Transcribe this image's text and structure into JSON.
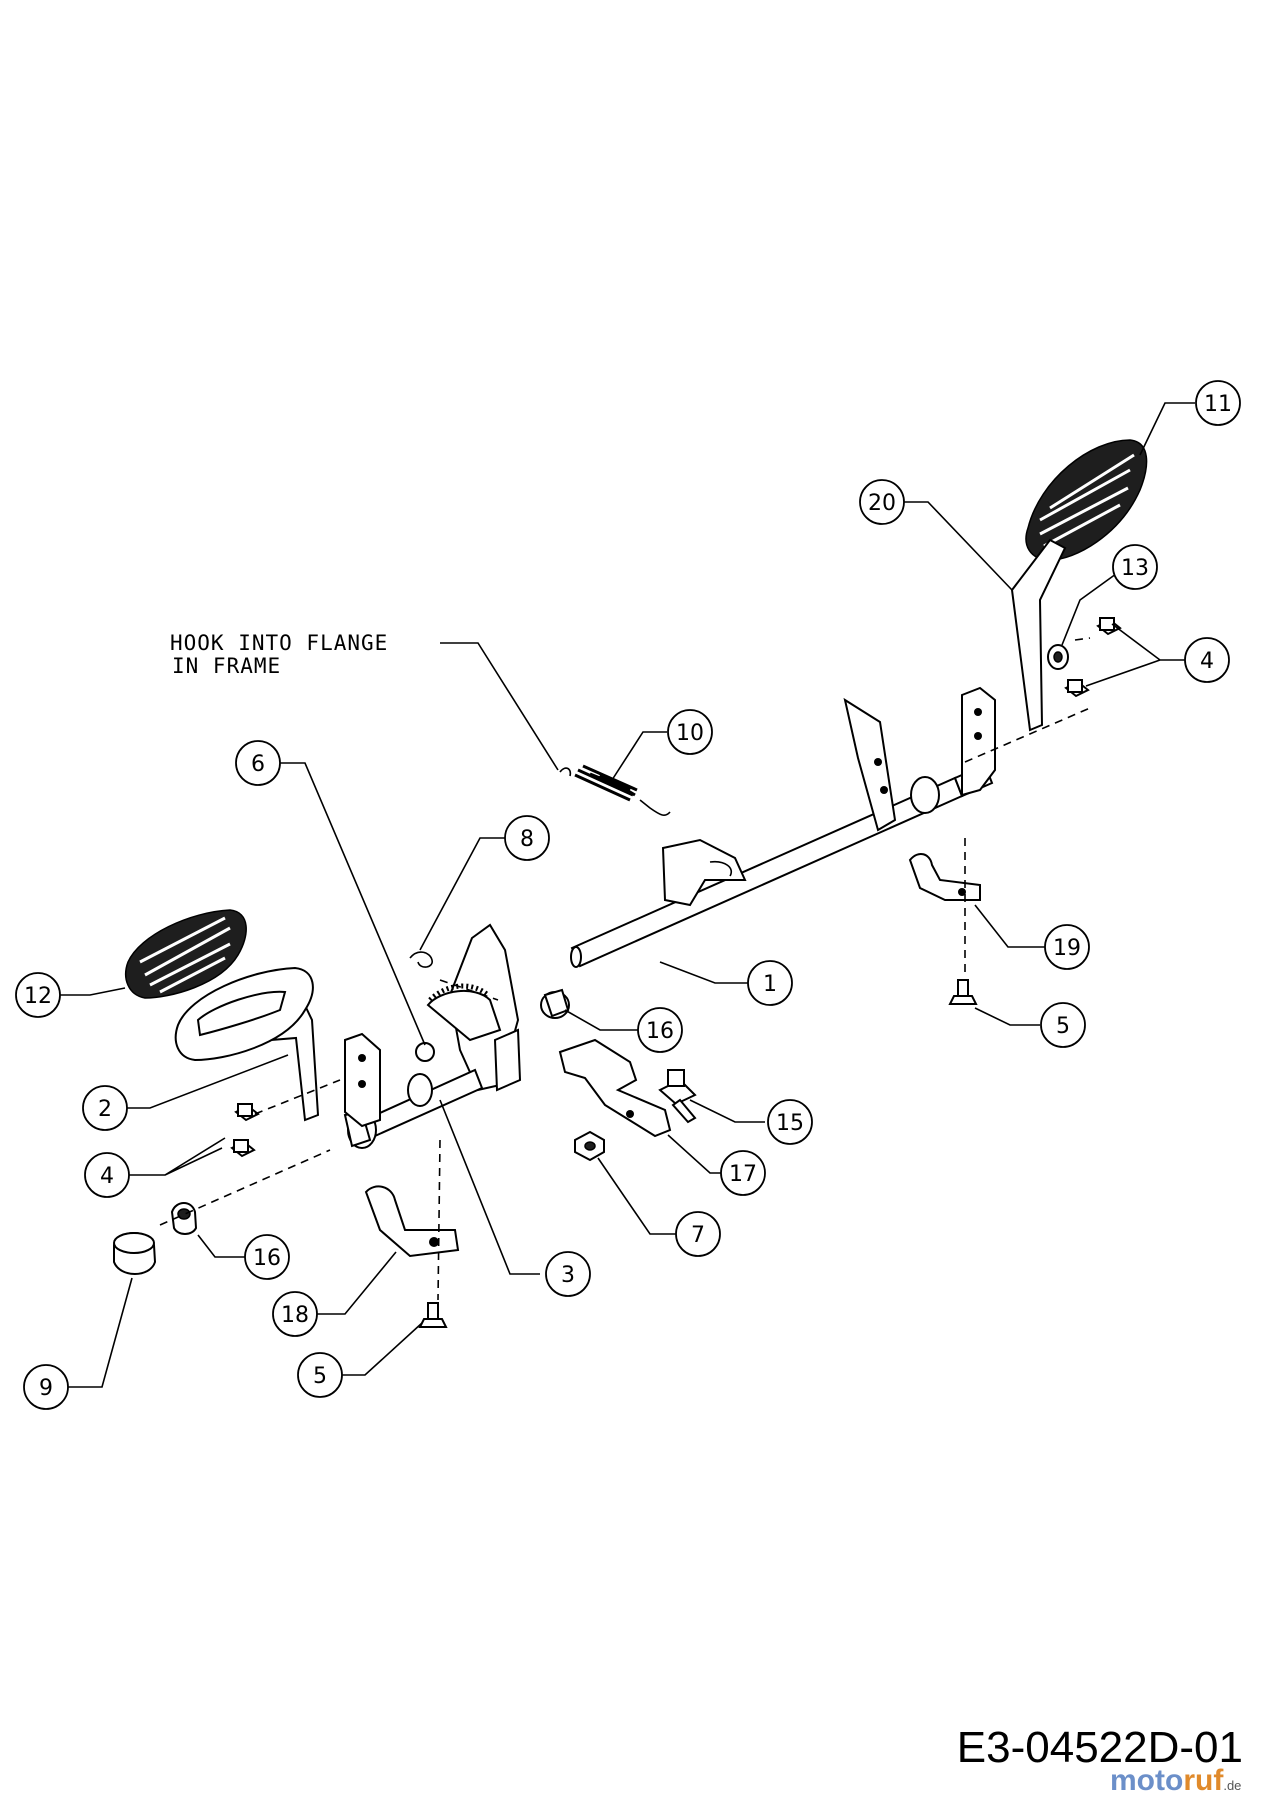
{
  "diagram": {
    "note_line1": "HOOK INTO FLANGE",
    "note_line2": "IN FRAME",
    "drawing_code": "E3-04522D-01",
    "brand": {
      "main": "motoruf",
      "tld": ".de",
      "color_moto": "#6b8fc9",
      "color_ruf": "#e08a2b"
    },
    "callouts": [
      {
        "id": "11",
        "label": "11"
      },
      {
        "id": "20",
        "label": "20"
      },
      {
        "id": "13",
        "label": "13"
      },
      {
        "id": "4a",
        "label": "4"
      },
      {
        "id": "10",
        "label": "10"
      },
      {
        "id": "6",
        "label": "6"
      },
      {
        "id": "8",
        "label": "8"
      },
      {
        "id": "19",
        "label": "19"
      },
      {
        "id": "1",
        "label": "1"
      },
      {
        "id": "12",
        "label": "12"
      },
      {
        "id": "16a",
        "label": "16"
      },
      {
        "id": "5a",
        "label": "5"
      },
      {
        "id": "2",
        "label": "2"
      },
      {
        "id": "15",
        "label": "15"
      },
      {
        "id": "4b",
        "label": "4"
      },
      {
        "id": "17",
        "label": "17"
      },
      {
        "id": "7",
        "label": "7"
      },
      {
        "id": "16b",
        "label": "16"
      },
      {
        "id": "3",
        "label": "3"
      },
      {
        "id": "18",
        "label": "18"
      },
      {
        "id": "9",
        "label": "9"
      },
      {
        "id": "5b",
        "label": "5"
      }
    ]
  }
}
